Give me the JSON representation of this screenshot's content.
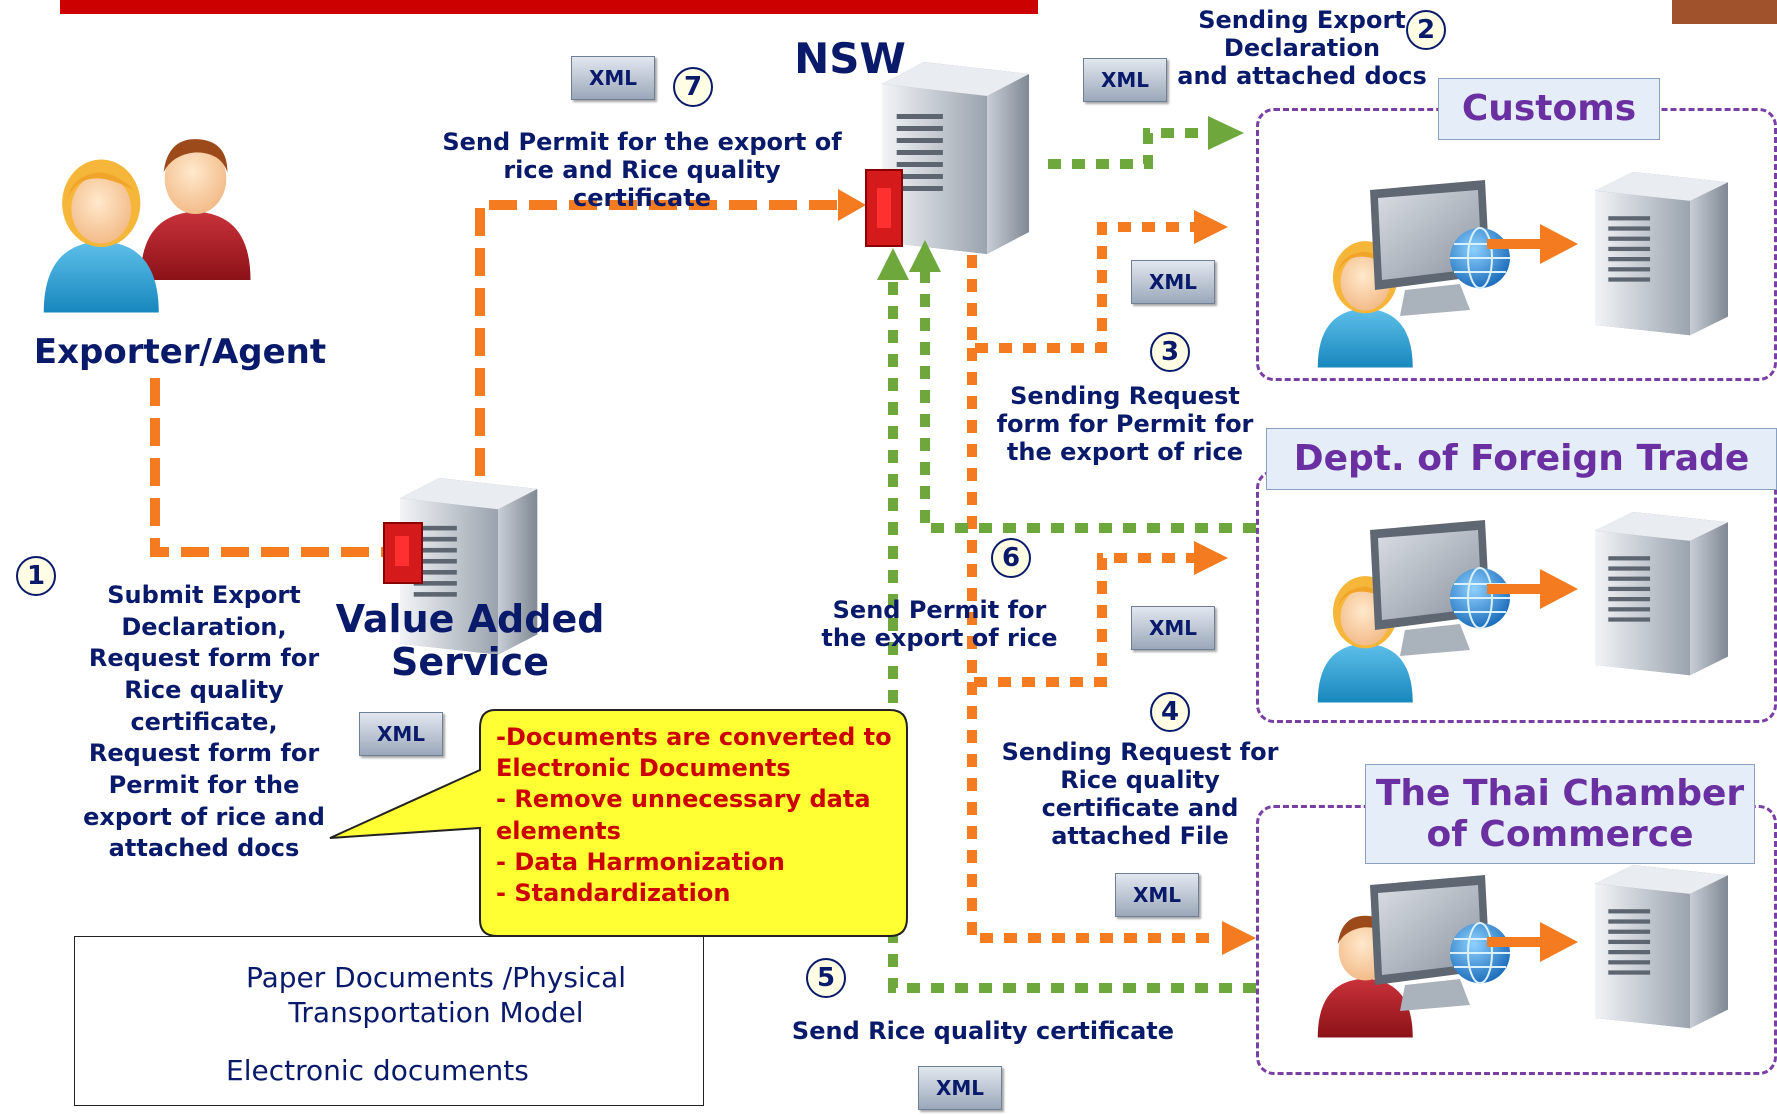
{
  "nodes": {
    "exporter": "Exporter/Agent",
    "vas_line1": "Value Added",
    "vas_line2": "Service",
    "nsw": "NSW"
  },
  "agencies": {
    "customs": "Customs",
    "dft": "Dept. of Foreign Trade",
    "tcc_line1": "The Thai Chamber",
    "tcc_line2": "of Commerce"
  },
  "steps": {
    "s1": {
      "num": "1",
      "lines": [
        "Submit Export",
        "Declaration,",
        "Request form for",
        "Rice quality",
        "certificate,",
        "Request form for",
        "Permit for the",
        "export of rice and",
        "attached docs"
      ]
    },
    "s2": {
      "num": "2",
      "lines": [
        "Sending Export",
        "Declaration",
        "and attached docs"
      ]
    },
    "s3": {
      "num": "3",
      "lines": [
        "Sending Request",
        "form for Permit for",
        "the export of rice"
      ]
    },
    "s4": {
      "num": "4",
      "lines": [
        "Sending Request for",
        "Rice quality",
        "certificate and",
        "attached File"
      ]
    },
    "s5": {
      "num": "5",
      "lines": [
        "Send Rice quality certificate"
      ]
    },
    "s6": {
      "num": "6",
      "lines": [
        "Send Permit for",
        "the export of rice"
      ]
    },
    "s7": {
      "num": "7",
      "lines": [
        "Send Permit for the export of",
        "rice and Rice quality certificate"
      ]
    }
  },
  "xml_label": "XML",
  "callout": {
    "lines": [
      "-Documents are converted to",
      "Electronic Documents",
      "- Remove unnecessary data",
      "elements",
      "- Data Harmonization",
      "- Standardization"
    ]
  },
  "legend": {
    "paper_line1": "Paper Documents /Physical",
    "paper_line2": "Transportation Model",
    "electronic": "Electronic documents"
  },
  "colors": {
    "paper_orange": "#f47b20",
    "electronic_green": "#6ea83c",
    "agency_purple": "#7a3fa5",
    "text_navy": "#0a1a6b",
    "banner_red": "#cc0000",
    "callout_yellow": "#ffff33"
  }
}
